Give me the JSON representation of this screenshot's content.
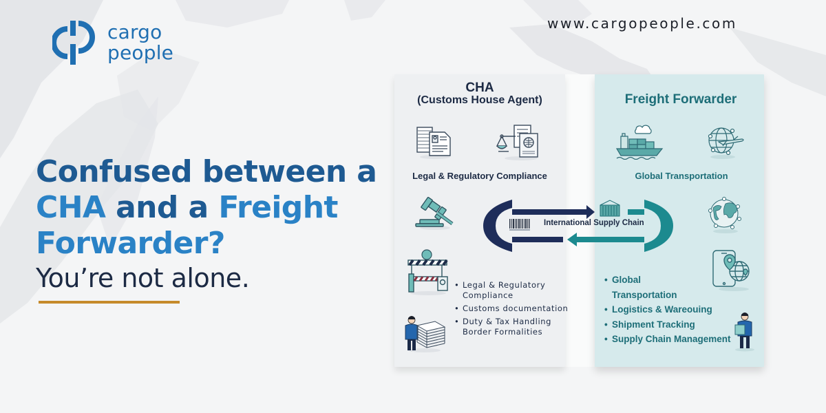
{
  "brand": {
    "logo_line1": "cargo",
    "logo_line2": "people",
    "website": "www.cargopeople.com",
    "colors": {
      "brand_blue": "#1f6fb2",
      "headline_dark": "#1e5a92",
      "headline_light": "#2a82c6",
      "accent_gold": "#c58a2b",
      "teal": "#1d6e78",
      "navy": "#1c2a44"
    }
  },
  "headline": {
    "line1": "Confused between a",
    "line2_part1": "CHA",
    "line2_part2": " and a ",
    "line2_part3": "Freight",
    "line3": "Forwarder?",
    "subline": "You’re not alone."
  },
  "cha_panel": {
    "title": "CHA",
    "subtitle": "(Customs House Agent)",
    "caption": "Legal & Regulatory Compliance",
    "icons": [
      "documents-icon",
      "scales-passport-icon",
      "gavel-icon",
      "barrier-gate-icon",
      "agent-with-papers-icon"
    ],
    "list": [
      "Legal & Regulatory Compliance",
      "Customs documentation",
      "Duty & Tax Handling Border Formalities"
    ]
  },
  "center": {
    "label": "International Supply Chain",
    "icons": [
      "barcode-icon",
      "shipping-container-icon",
      "bidirectional-arrows-icon"
    ]
  },
  "ff_panel": {
    "title": "Freight Forwarder",
    "caption": "Global Transportation",
    "icons": [
      "cargo-ship-icon",
      "globe-airplane-icon",
      "world-network-icon",
      "mobile-location-icon",
      "person-with-tablet-icon"
    ],
    "list": [
      "Global Transportation",
      "Logistics & Wareouing",
      "Shipment Tracking",
      "Supply Chain Management"
    ]
  }
}
